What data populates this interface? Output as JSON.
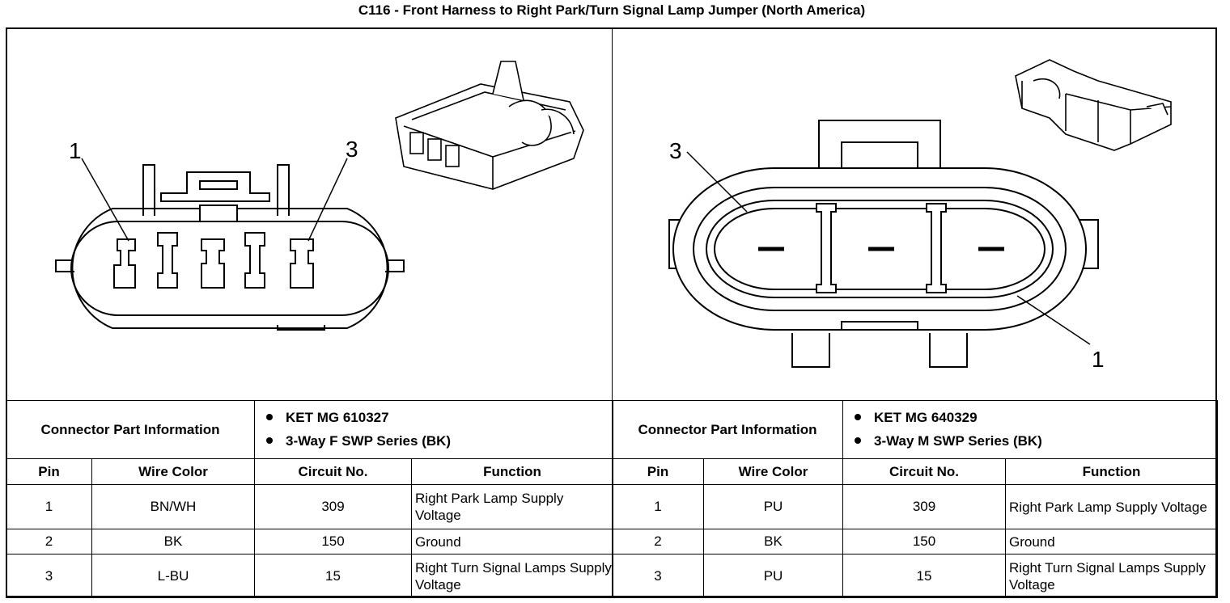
{
  "title": "C116 - Front Harness to Right Park/Turn Signal Lamp Jumper (North America)",
  "left": {
    "pin_labels": {
      "a": "1",
      "b": "3"
    },
    "part_heading": "Connector Part Information",
    "part_info": [
      "KET MG 610327",
      "3-Way F SWP Series (BK)"
    ],
    "headers": {
      "pin": "Pin",
      "wire": "Wire Color",
      "circuit": "Circuit No.",
      "function": "Function"
    },
    "rows": [
      {
        "pin": "1",
        "wire": "BN/WH",
        "circuit": "309",
        "function": "Right Park Lamp Supply Voltage"
      },
      {
        "pin": "2",
        "wire": "BK",
        "circuit": "150",
        "function": "Ground"
      },
      {
        "pin": "3",
        "wire": "L-BU",
        "circuit": "15",
        "function": "Right Turn Signal Lamps Supply Voltage"
      }
    ]
  },
  "right": {
    "pin_labels": {
      "a": "3",
      "b": "1"
    },
    "part_heading": "Connector Part Information",
    "part_info": [
      "KET MG 640329",
      "3-Way M SWP Series (BK)"
    ],
    "headers": {
      "pin": "Pin",
      "wire": "Wire Color",
      "circuit": "Circuit No.",
      "function": "Function"
    },
    "rows": [
      {
        "pin": "1",
        "wire": "PU",
        "circuit": "309",
        "function": "Right Park Lamp Supply Voltage"
      },
      {
        "pin": "2",
        "wire": "BK",
        "circuit": "150",
        "function": "Ground"
      },
      {
        "pin": "3",
        "wire": "PU",
        "circuit": "15",
        "function": "Right Turn Signal Lamps Supply Voltage"
      }
    ]
  }
}
